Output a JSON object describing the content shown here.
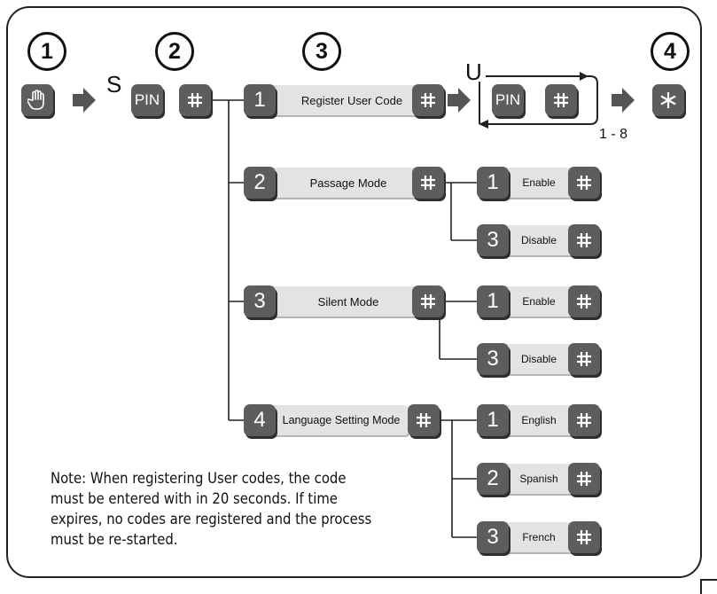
{
  "steps": [
    "1",
    "2",
    "3",
    "4"
  ],
  "prefix_s": "S",
  "prefix_u": "U",
  "keys": {
    "pin": "PIN",
    "hand": "hand-icon",
    "hash": "hash-icon",
    "star": "asterisk-icon"
  },
  "menu": [
    {
      "number": "1",
      "label": "Register User Code"
    },
    {
      "number": "2",
      "label": "Passage Mode"
    },
    {
      "number": "3",
      "label": "Silent Mode"
    },
    {
      "number": "4",
      "label": "Language Setting Mode"
    }
  ],
  "passage_options": [
    {
      "number": "1",
      "label": "Enable"
    },
    {
      "number": "3",
      "label": "Disable"
    }
  ],
  "silent_options": [
    {
      "number": "1",
      "label": "Enable"
    },
    {
      "number": "3",
      "label": "Disable"
    }
  ],
  "language_options": [
    {
      "number": "1",
      "label": "English"
    },
    {
      "number": "2",
      "label": "Spanish"
    },
    {
      "number": "3",
      "label": "French"
    }
  ],
  "loop_range": "1 - 8",
  "note_lines": [
    "Note: When registering User codes, the code",
    "must be entered with in 20 seconds. If time",
    "expires, no codes are registered and the process",
    "must be re-started."
  ],
  "colors": {
    "key": "#5d5d5d",
    "bar": "#e3e3e3",
    "line": "#222222"
  }
}
